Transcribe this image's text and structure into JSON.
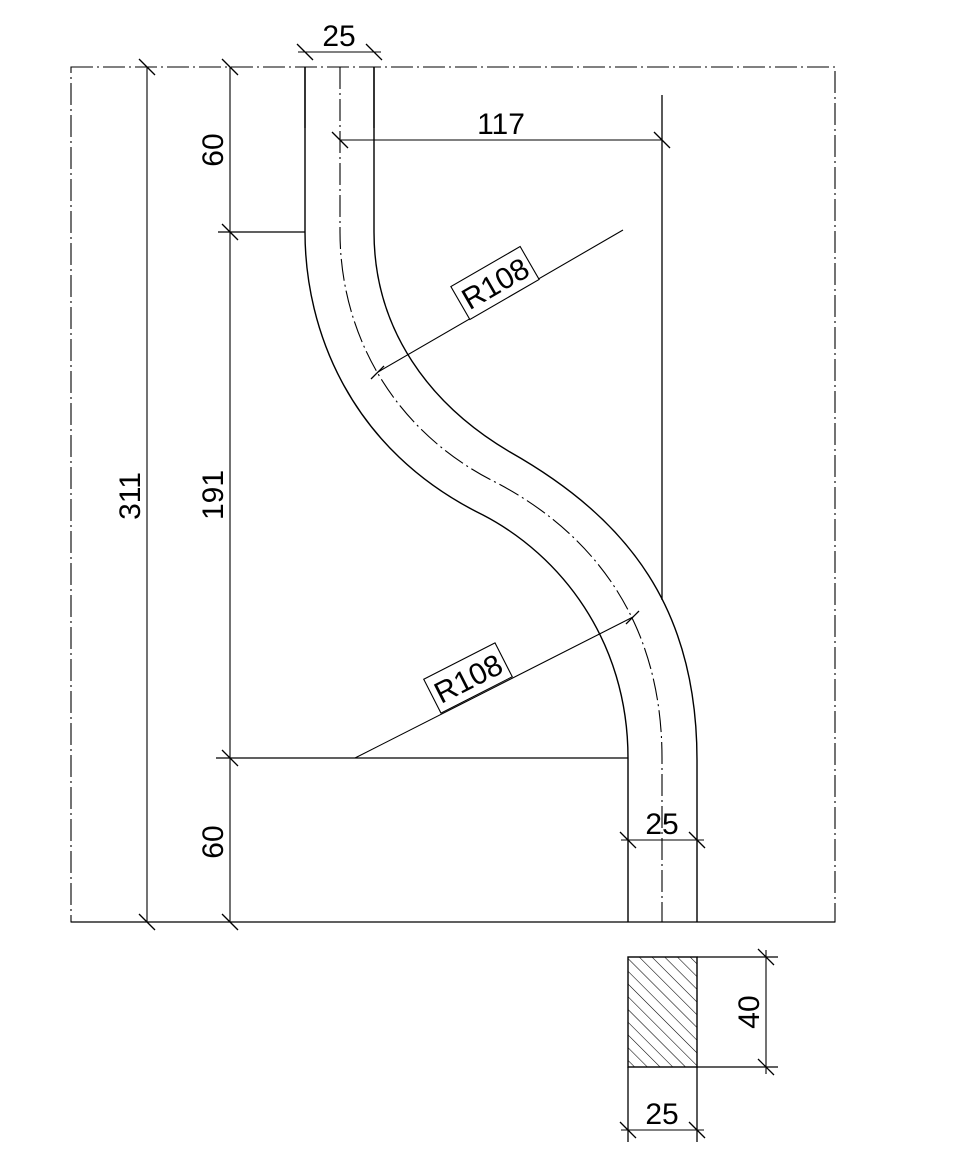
{
  "dimensions": {
    "total_height": "311",
    "top_straight": "60",
    "middle_height": "191",
    "bottom_straight": "60",
    "offset": "117",
    "top_width": "25",
    "bottom_width": "25",
    "radius_upper": "R108",
    "radius_lower": "R108"
  },
  "section": {
    "width": "25",
    "height": "40"
  }
}
